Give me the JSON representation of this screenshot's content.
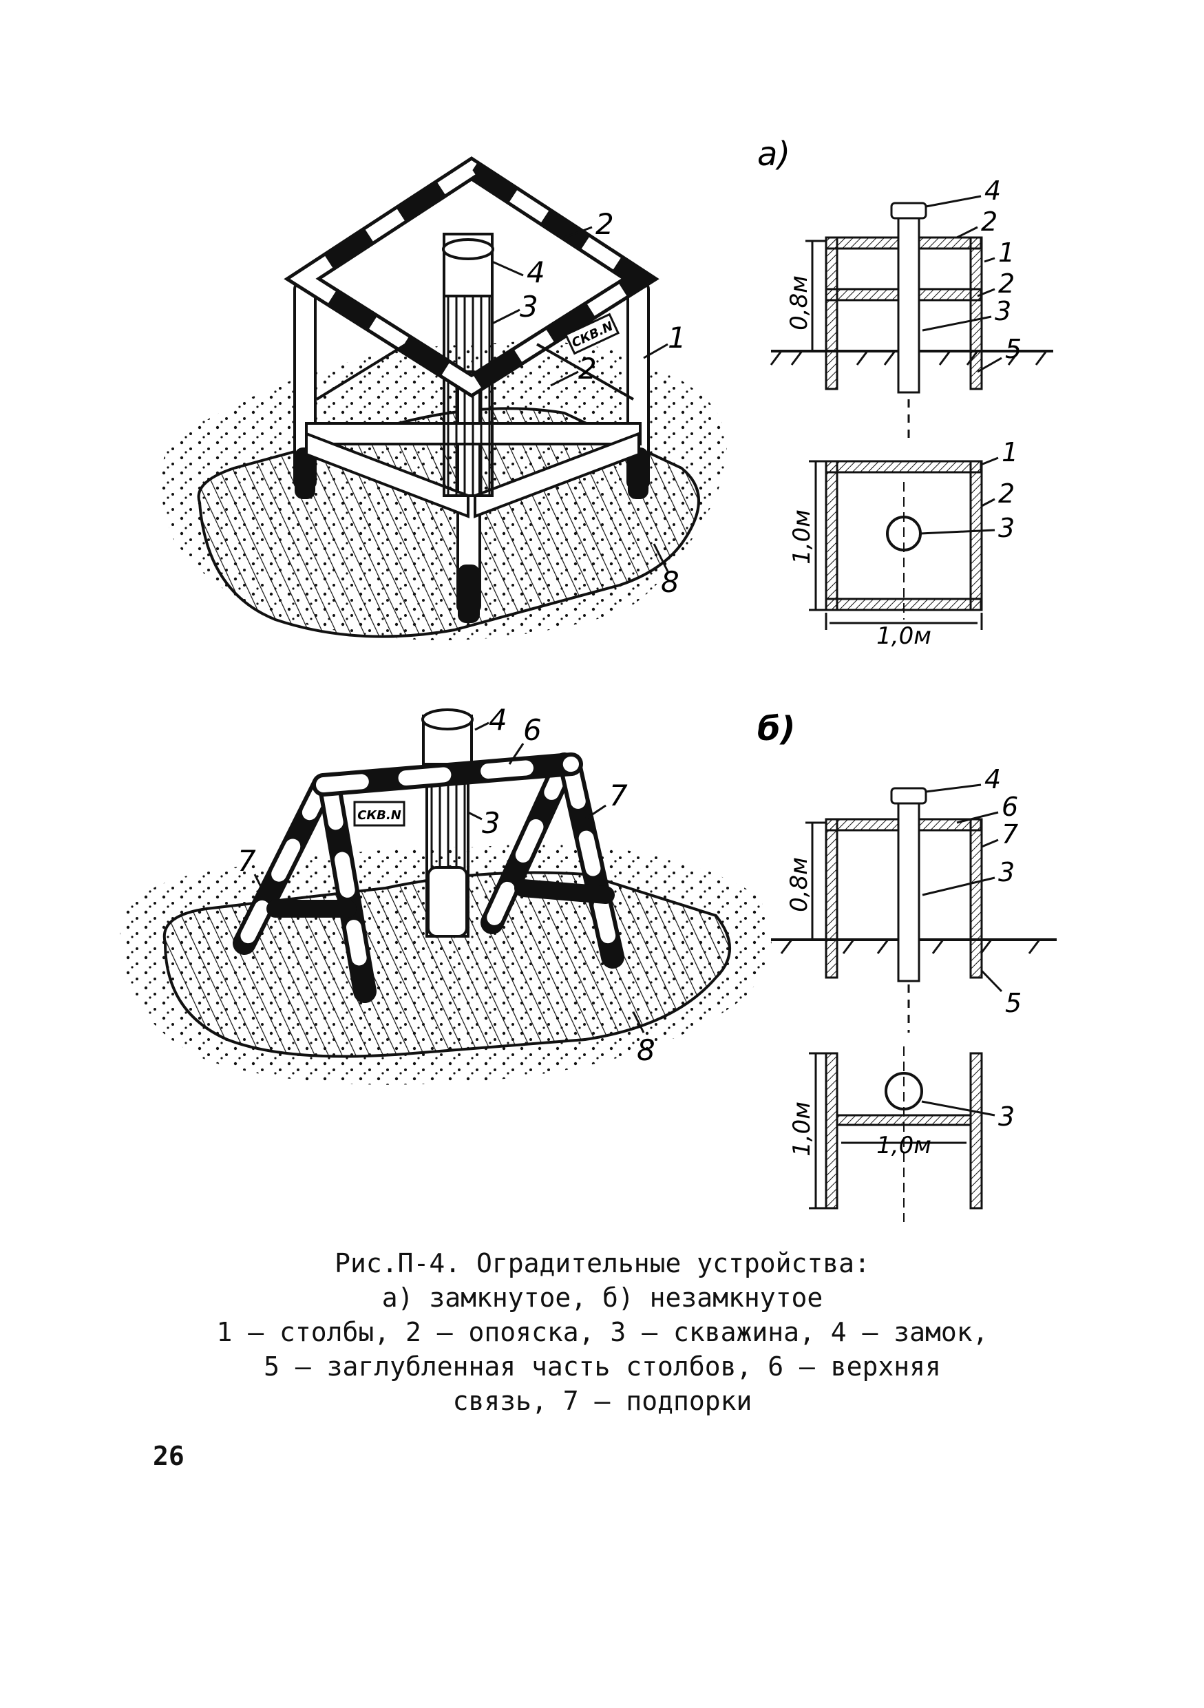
{
  "figure": {
    "panel_a_label": "a)",
    "panel_b_label": "б)",
    "dimension_height_a": "0,8м",
    "dimension_side_a": "1,0м",
    "dimension_width_a": "1,0м",
    "dimension_height_b": "0,8м",
    "dimension_side_b": "1,0м",
    "dimension_width_b": "1,0м",
    "plate_text": "СКВ.N",
    "callouts": [
      "1",
      "2",
      "3",
      "4",
      "5",
      "6",
      "7",
      "8"
    ]
  },
  "caption": {
    "line1": "Рис.П-4. Оградительные устройства:",
    "line2": "а) замкнутое,     б) незамкнутое",
    "line3": "1 – столбы, 2 – опояска, 3 – скважина, 4 – замок,",
    "line4": "5 – заглубленная часть столбов, 6 –   верхняя",
    "line5": "связь, 7 – подпорки"
  },
  "page_number": "26"
}
